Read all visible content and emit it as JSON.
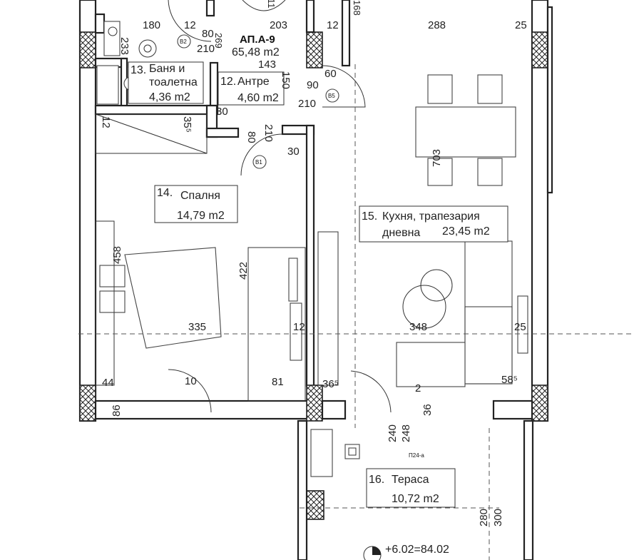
{
  "apartment": {
    "name": "АП.А-9",
    "area": "65,48 m2"
  },
  "rooms": [
    {
      "num": "13.",
      "line1": "Баня и",
      "line2": "тоалетна",
      "area": "4,36 m2"
    },
    {
      "num": "12.",
      "line1": "Антре",
      "line2": "",
      "area": "4,60 m2"
    },
    {
      "num": "14.",
      "line1": "Спалня",
      "line2": "",
      "area": "14,79 m2"
    },
    {
      "num": "15.",
      "line1": "Кухня, трапезария",
      "line2": "дневна",
      "area": "23,45 m2"
    },
    {
      "num": "16.",
      "line1": "Тераса",
      "line2": "",
      "area": "10,72 m2"
    }
  ],
  "doors": [
    "B2",
    "B1",
    "B5"
  ],
  "level": "+6.02=84.02",
  "tag_p24": "П24-а",
  "dims": {
    "d180": "180",
    "d12a": "12",
    "d80a": "80",
    "d210a": "210",
    "d203": "203",
    "d12b": "12",
    "d288": "288",
    "d25a": "25",
    "d143": "143",
    "d60": "60",
    "d90": "90",
    "d150": "150",
    "d210b": "210",
    "d30a": "30",
    "d80b": "80",
    "d210c": "210",
    "d30b": "30",
    "d12c": "12",
    "d703": "703",
    "d458": "458",
    "d422": "422",
    "d335": "335",
    "d12d": "12",
    "d348": "348",
    "d25b": "25",
    "d44": "44",
    "d10": "10",
    "d81": "81",
    "d36a": "36⁵",
    "d2": "2",
    "d58": "58⁵",
    "d86": "86",
    "d240": "240",
    "d248": "248",
    "d36b": "36",
    "d280": "280",
    "d300": "300",
    "d233": "233",
    "d11": "11",
    "d168": "168",
    "d269": "269",
    "d35": "35⁵"
  }
}
